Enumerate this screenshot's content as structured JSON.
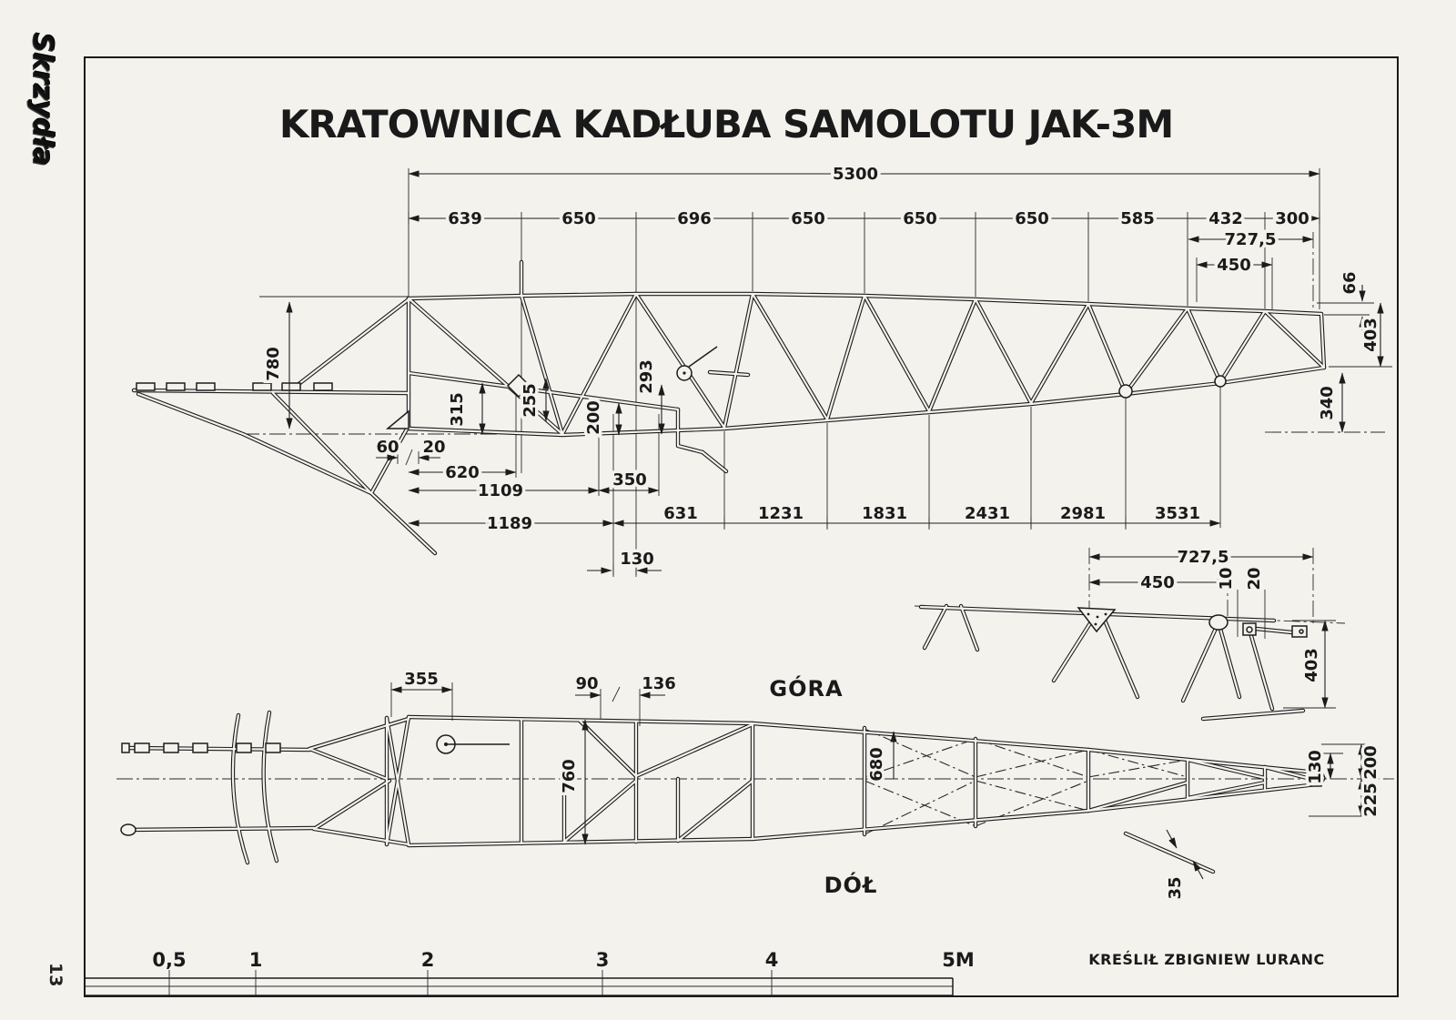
{
  "page": {
    "logo": "Skrzydła",
    "page_number": "13",
    "title": "KRATOWNICA KADŁUBA SAMOLOTU JAK-3M",
    "credit": "KREŚLIŁ ZBIGNIEW LURANC"
  },
  "side_view": {
    "total": "5300",
    "segments": [
      "639",
      "650",
      "696",
      "650",
      "650",
      "650",
      "585",
      "432",
      "300"
    ],
    "dims": {
      "d727": "727,5",
      "d450": "450",
      "d66": "66",
      "d403": "403",
      "d340": "340",
      "d780": "780",
      "d315": "315",
      "d255": "255",
      "d200": "200",
      "d293": "293",
      "d60": "60",
      "d20": "20",
      "d620": "620",
      "d1109": "1109",
      "d350": "350",
      "d1189": "1189",
      "d130": "130"
    },
    "stations": [
      "631",
      "1231",
      "1831",
      "2431",
      "2981",
      "3531"
    ]
  },
  "detail_view": {
    "dims": {
      "d727": "727,5",
      "d450": "450",
      "d10": "10",
      "d20": "20",
      "d403": "403"
    }
  },
  "plan_view": {
    "label_top": "GÓRA",
    "label_bottom": "DÓŁ",
    "dims": {
      "d355": "355",
      "d90": "90",
      "d136": "136",
      "d760": "760",
      "d680": "680",
      "d130": "130",
      "d200": "200",
      "d225": "225",
      "d35": "35"
    }
  },
  "scale_bar": {
    "ticks": [
      "0,5",
      "1",
      "2",
      "3",
      "4",
      "5M"
    ]
  }
}
